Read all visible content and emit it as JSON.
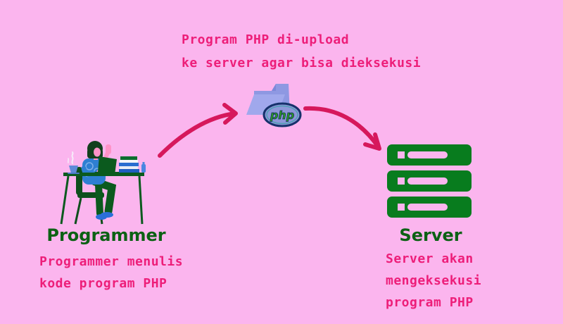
{
  "title_note": {
    "line1": "Program PHP di-upload",
    "line2": "ke server agar bisa dieksekusi"
  },
  "php_logo_text": "php",
  "programmer": {
    "label": "Programmer",
    "note_lines": [
      "Programmer menulis",
      "kode program PHP"
    ]
  },
  "server": {
    "label": "Server",
    "note_lines": [
      "Server akan",
      "mengeksekusi",
      "program PHP"
    ]
  },
  "colors": {
    "background": "#fbb5ee",
    "text_magenta": "#ed1e79",
    "arrow_crimson": "#d6185c",
    "heading_green": "#0b6114",
    "server_green": "#087c1e",
    "folder_back": "#8e98e2",
    "folder_front": "#a0a8ec",
    "php_badge_fill": "#8d97d8",
    "php_badge_border": "#16316b",
    "php_text_green": "#2f9e23",
    "illustration_green": "#0b5a1e",
    "hair_green": "#123f1d",
    "shirt_blue": "#2e7fd2",
    "skin_pink": "#ff93c8",
    "shoe_blue": "#2a6fd8"
  }
}
